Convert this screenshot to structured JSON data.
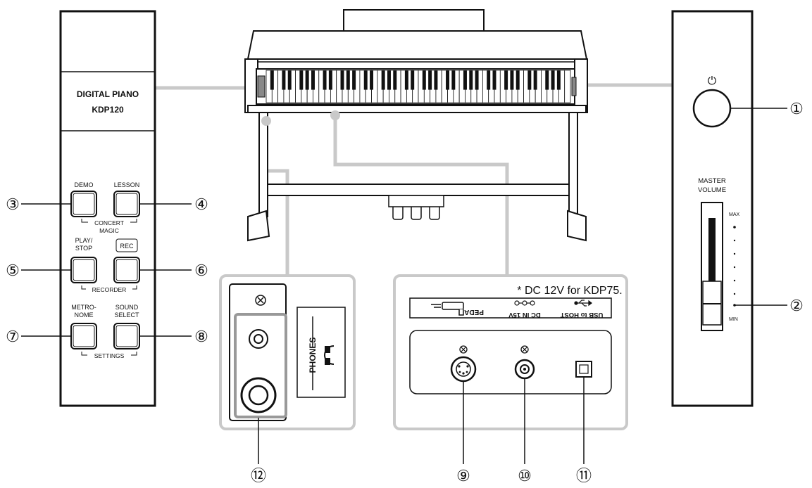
{
  "left_panel": {
    "model_line1": "DIGITAL PIANO",
    "model_line2": "KDP120",
    "demo_label": "DEMO",
    "lesson_label": "LESSON",
    "concert_label": "CONCERT",
    "magic_label": "MAGIC",
    "play_label": "PLAY/",
    "stop_label": "STOP",
    "rec_label": "REC",
    "recorder_label": "RECORDER",
    "metro_label": "METRO-",
    "nome_label": "NOME",
    "sound_label": "SOUND",
    "select_label": "SELECT",
    "settings_label": "SETTINGS"
  },
  "right_panel": {
    "power_symbol": "⏻",
    "master_label": "MASTER",
    "volume_label": "VOLUME",
    "max_label": "MAX",
    "min_label": "MIN"
  },
  "phones_box": {
    "phones_label": "PHONES"
  },
  "rear_box": {
    "note": "* DC 12V for KDP75.",
    "pedal_label": "PEDAL",
    "dcin_label": "DC IN 15V",
    "usb_label": "USB to HOST"
  },
  "callouts": {
    "c1": "①",
    "c2": "②",
    "c3": "③",
    "c4": "④",
    "c5": "⑤",
    "c6": "⑥",
    "c7": "⑦",
    "c8": "⑧",
    "c9": "⑨",
    "c10": "⑩",
    "c11": "⑪",
    "c12": "⑫"
  }
}
